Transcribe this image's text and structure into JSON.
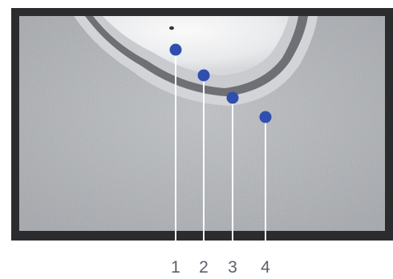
{
  "figure": {
    "markers": [
      {
        "label": "1"
      },
      {
        "label": "2"
      },
      {
        "label": "3"
      },
      {
        "label": "4"
      }
    ]
  },
  "colors": {
    "frame": "#2c2c2e",
    "background_tissue": "#b4b7bb",
    "marker": "#2f4fae",
    "leader_line": "#ffffff",
    "label_text": "#5b5e6b"
  }
}
